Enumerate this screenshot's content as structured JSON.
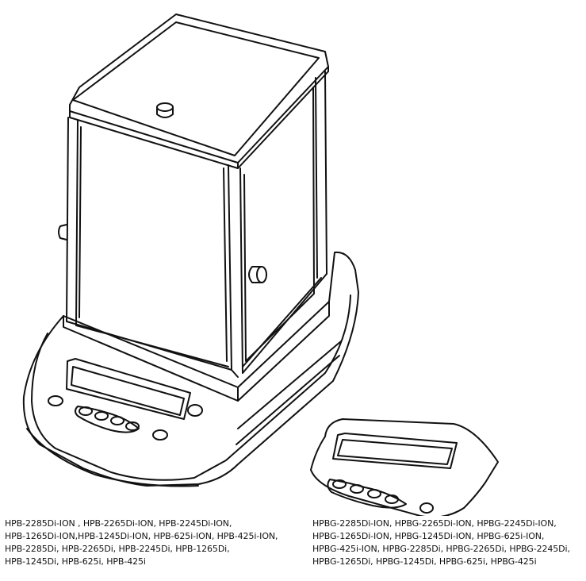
{
  "models_left": [
    "HPB-2285Di-ION , HPB-2265Di-ION, HPB-2245Di-ION,",
    "HPB-1265Di-ION,HPB-1245Di-ION, HPB-625i-ION, HPB-425i-ION,",
    "HPB-2285Di, HPB-2265Di, HPB-2245Di, HPB-1265Di,",
    "HPB-1245Di, HPB-625i, HPB-425i"
  ],
  "models_right": [
    "HPBG-2285Di-ION, HPBG-2265Di-ION, HPBG-2245Di-ION,",
    "HPBG-1265Di-ION, HPBG-1245Di-ION, HPBG-625i-ION,",
    "HPBG-425i-ION, HPBG-2285Di, HPBG-2265Di, HPBG-2245Di,",
    "HPBG-1265Di, HPBG-1245Di, HPBG-625i, HPBG-425i"
  ]
}
